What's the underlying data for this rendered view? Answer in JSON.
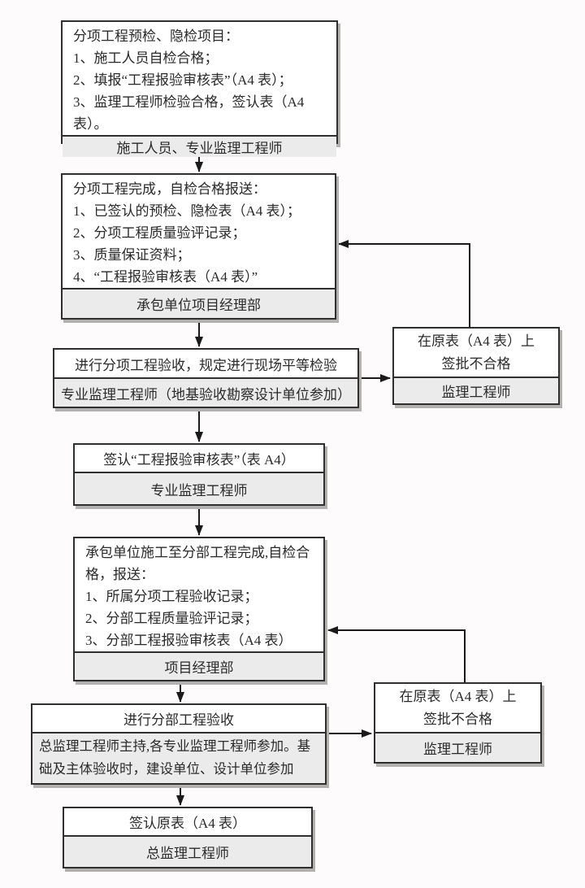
{
  "colors": {
    "page_background": "#fdfbfb",
    "box_border": "#2f2f2f",
    "footer_fill": "#ebebeb",
    "connector": "#1a1a1a"
  },
  "flow": {
    "box1": {
      "body": [
        "分项工程预检、隐检项目：",
        "1、施工人员自检合格；",
        "2、填报“工程报验审核表”（A4 表）；",
        "3、监理工程师检验合格，签认表（A4 表）。"
      ],
      "footer": "施工人员、专业监理工程师"
    },
    "box2": {
      "body": [
        "分项工程完成，自检合格报送：",
        "1、已签认的预检、隐检表（A4 表）；",
        "2、分项工程质量验评记录；",
        "3、质量保证资料；",
        "4、“工程报验审核表（A4 表）”"
      ],
      "footer": "承包单位项目经理部"
    },
    "box3": {
      "title": "进行分项工程验收，规定进行现场平等检验",
      "footer": "专业监理工程师（地基验收勘察设计单位参加）"
    },
    "reject1": {
      "body": [
        "在原表（A4 表）上",
        "签批不合格"
      ],
      "footer": "监理工程师"
    },
    "box4": {
      "title": "签认“工程报验审核表”（表 A4）",
      "footer": "专业监理工程师"
    },
    "box5": {
      "body": [
        "承包单位施工至分部工程完成,自检合格，报送：",
        "1、所属分项工程验收记录；",
        "2、分部工程质量验评记录；",
        "3、分部工程报验审核表（A4 表）"
      ],
      "footer": "项目经理部"
    },
    "box6": {
      "title": "进行分部工程验收",
      "footer": "总监理工程师主持,各专业监理工程师参加。基础及主体验收时，建设单位、设计单位参加"
    },
    "reject2": {
      "body": [
        "在原表（A4 表）上",
        "签批不合格"
      ],
      "footer": "监理工程师"
    },
    "box7": {
      "title": "签认原表（A4 表）",
      "footer": "总监理工程师"
    }
  }
}
